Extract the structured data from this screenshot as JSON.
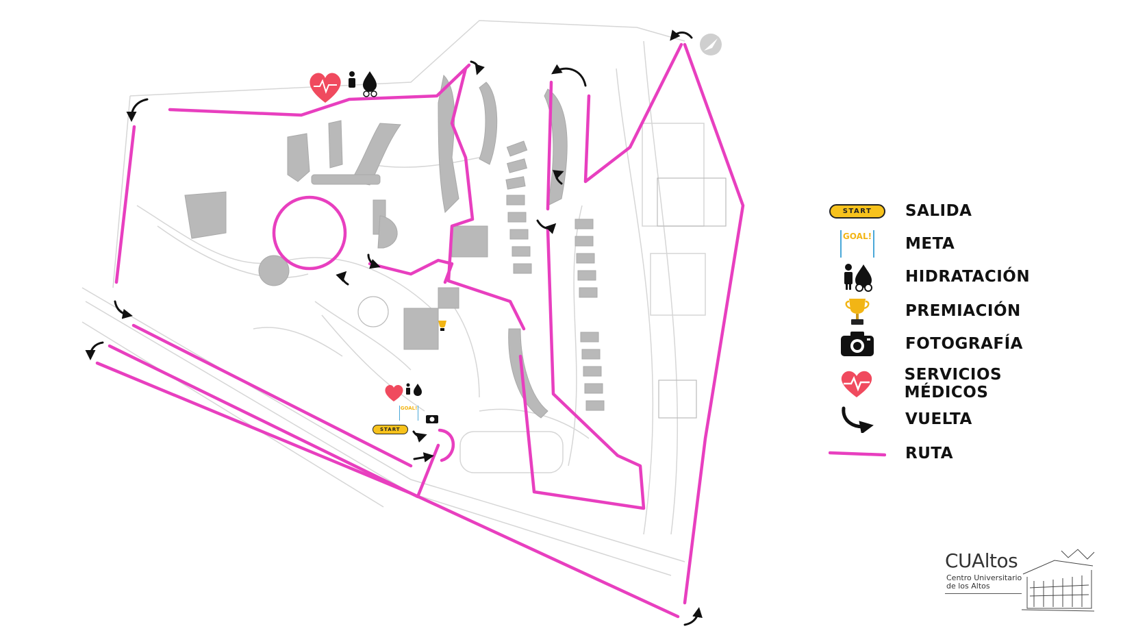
{
  "map": {
    "colors": {
      "route": "#e83fbf",
      "building": "#b9b9b9",
      "outline": "#d6d6d6",
      "turn_arrow": "#111111",
      "medical": "#f04a5e",
      "start": "#f7c21c",
      "goal_text": "#f2b515",
      "goal_poles": "#4aa8d8"
    },
    "markers": {
      "start_label": "START",
      "goal_label": "GOAL!"
    }
  },
  "legend": {
    "items": [
      {
        "icon": "start-badge-icon",
        "label": "SALIDA"
      },
      {
        "icon": "goal-banner-icon",
        "label": "META"
      },
      {
        "icon": "hydration-icon",
        "label": "HIDRATACIÓN"
      },
      {
        "icon": "trophy-icon",
        "label": "PREMIACIÓN"
      },
      {
        "icon": "camera-icon",
        "label": "FOTOGRAFÍA"
      },
      {
        "icon": "heart-pulse-icon",
        "label": "SERVICIOS MÉDICOS"
      },
      {
        "icon": "turn-arrow-icon",
        "label": "VUELTA"
      },
      {
        "icon": "route-line-icon",
        "label": "RUTA"
      }
    ]
  },
  "logo": {
    "name": "CUAltos",
    "subtitle_line1": "Centro Universitario",
    "subtitle_line2": "de los Altos"
  }
}
